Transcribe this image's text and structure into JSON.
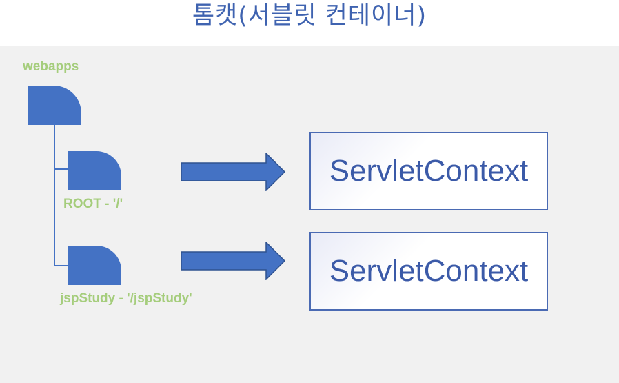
{
  "title": "톰캣(서블릿 컨테이너)",
  "tree": {
    "root_label": "webapps",
    "children": [
      {
        "label": "ROOT - '/'"
      },
      {
        "label": "jspStudy - '/jspStudy'"
      }
    ]
  },
  "contexts": [
    {
      "label": "ServletContext"
    },
    {
      "label": "ServletContext"
    }
  ],
  "colors": {
    "accent_blue": "#4472c4",
    "label_green": "#a5cd7c",
    "title_blue": "#3f63b0",
    "panel_gray": "#f1f1f1"
  },
  "icons": {
    "folder": "folder-icon",
    "arrow": "right-arrow-icon"
  }
}
